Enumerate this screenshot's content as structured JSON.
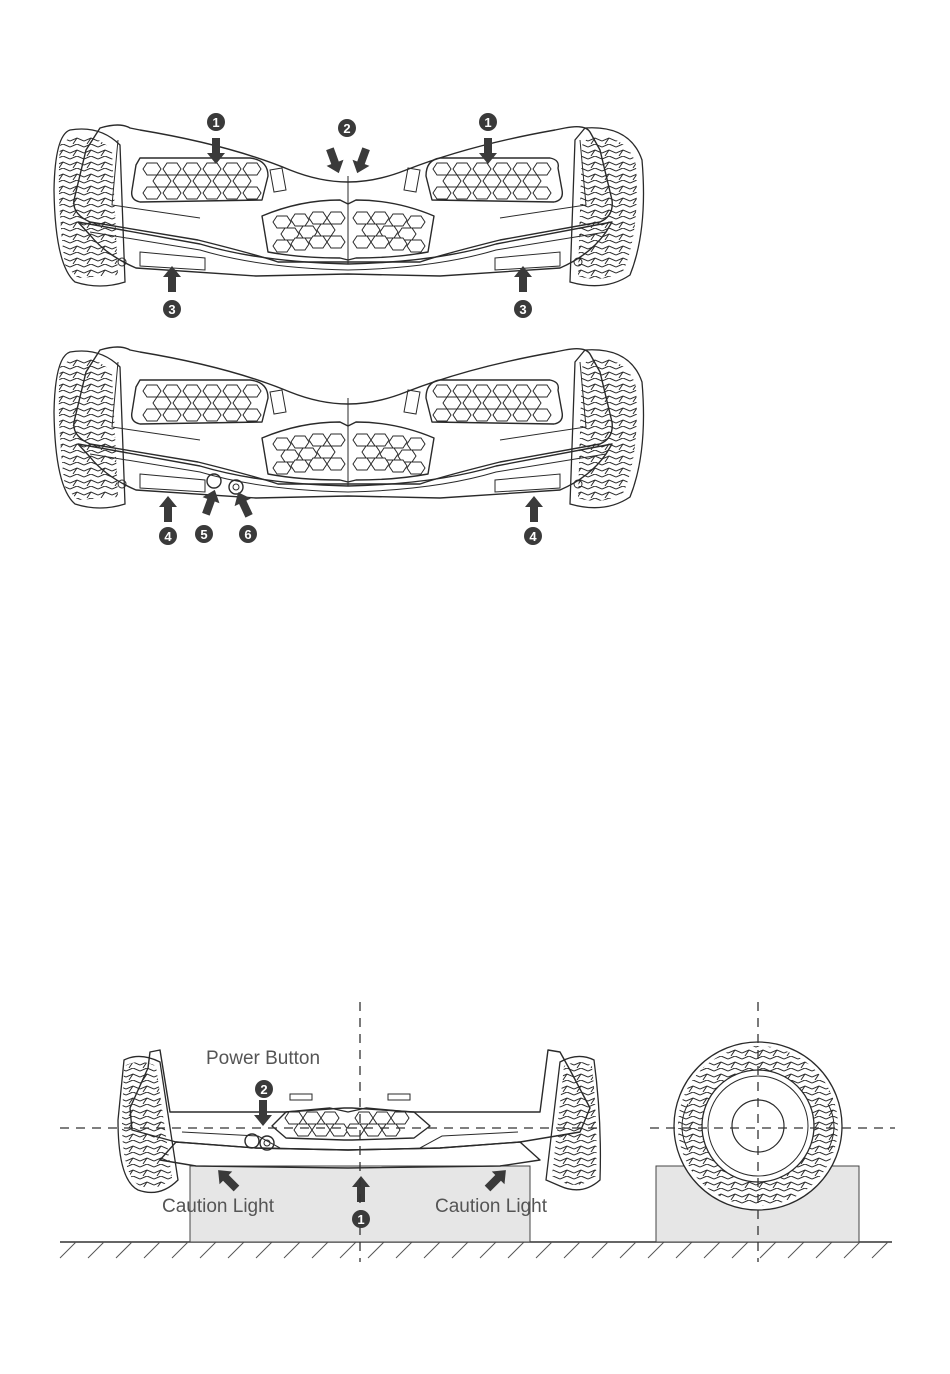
{
  "callouts": {
    "top": [
      "1",
      "2",
      "1",
      "3",
      "3"
    ],
    "middle": [
      "4",
      "5",
      "6",
      "4"
    ],
    "bottom": [
      "2",
      "1"
    ]
  },
  "labels": {
    "power_button": "Power Button",
    "caution_light_left": "Caution Light",
    "caution_light_right": "Caution Light"
  },
  "colors": {
    "line": "#2a2a2a",
    "callout_fill": "#3a3a3a",
    "block_fill": "#e6e6e6",
    "label_text": "#555555"
  }
}
